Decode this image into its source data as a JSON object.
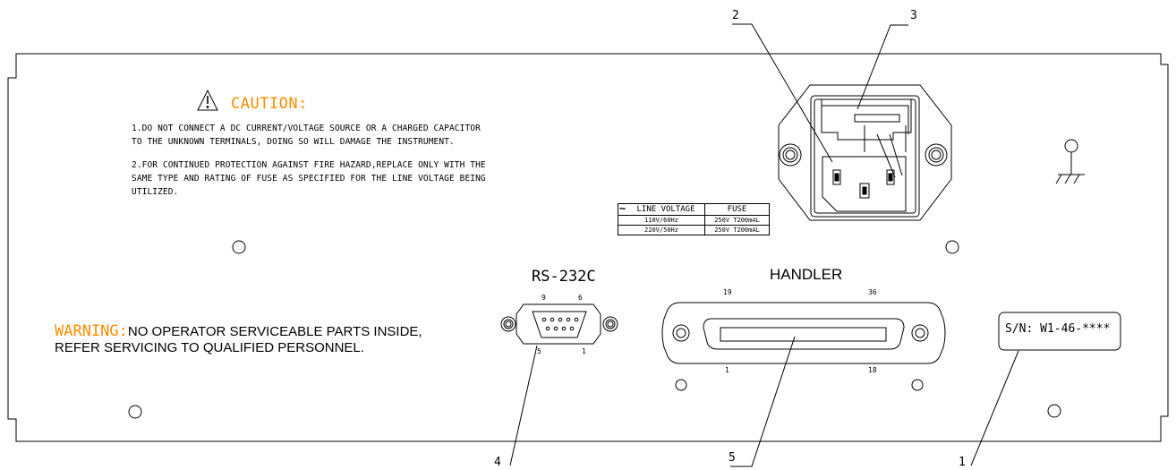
{
  "caution": {
    "title": "CAUTION:",
    "line1": "1.DO NOT CONNECT A DC CURRENT/VOLTAGE SOURCE OR A CHARGED CAPACITOR",
    "line2": "TO THE UNKNOWN TERMINALS, DOING SO WILL DAMAGE THE INSTRUMENT.",
    "line3": "2.FOR CONTINUED PROTECTION AGAINST FIRE HAZARD,REPLACE ONLY WITH THE",
    "line4": "SAME TYPE AND RATING OF FUSE AS SPECIFIED FOR THE LINE VOLTAGE BEING",
    "line5": "UTILIZED."
  },
  "warning": {
    "word": "WARNING:",
    "line1": "NO OPERATOR SERVICEABLE PARTS INSIDE,",
    "line2": "REFER SERVICING TO QUALIFIED PERSONNEL."
  },
  "fuse_table": {
    "headers": [
      "LINE VOLTAGE",
      "FUSE"
    ],
    "rows": [
      [
        "110V/60Hz",
        "250V T200mAL"
      ],
      [
        "220V/50Hz",
        "250V T200mAL"
      ]
    ]
  },
  "rs232": {
    "label": "RS-232C",
    "pins": {
      "top_left": "9",
      "top_right": "6",
      "bottom_left": "5",
      "bottom_right": "1"
    }
  },
  "handler": {
    "label": "HANDLER",
    "pins": {
      "top_left": "19",
      "top_right": "36",
      "bottom_left": "1",
      "bottom_right": "18"
    }
  },
  "serial": {
    "label": "S/N: W1-46-****"
  },
  "callouts": {
    "c1": "1",
    "c2": "2",
    "c3": "3",
    "c4": "4",
    "c5": "5"
  },
  "symbols": [
    "caution-triangle-icon",
    "ground-icon",
    "ac-tilde-icon"
  ],
  "colors": {
    "line": "#000000",
    "accent": "#ff8c00",
    "background": "#ffffff"
  }
}
